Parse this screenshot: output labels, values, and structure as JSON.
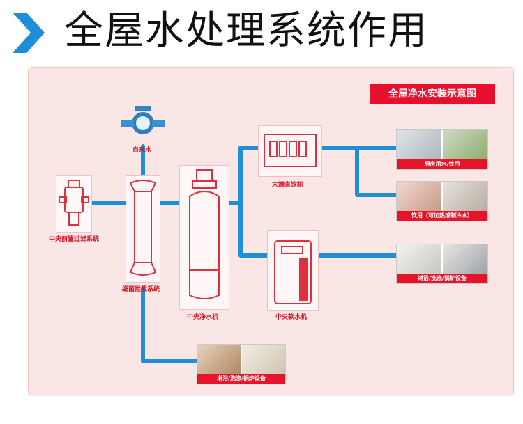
{
  "header": {
    "title": "全屋水处理系统作用"
  },
  "panel": {
    "badge": "全屋净水安装示意图"
  },
  "labels": {
    "water_meter": "自来水",
    "prefilter": "中央前置过滤系统",
    "bacteria": "细菌拦截系统",
    "purifier": "中央净水机",
    "terminal": "末端直饮机",
    "softener": "中央软水机"
  },
  "uses": [
    {
      "caption": "厨房用水/饮用"
    },
    {
      "caption": "饮用（可加热或制冷水）"
    },
    {
      "caption": "淋浴/洗涤/锅炉设备"
    },
    {
      "caption": "淋浴/洗涤/锅炉设备"
    }
  ],
  "colors": {
    "pipe": "#1e8fd6",
    "accent": "#e8112d",
    "chevron": "#1e8fd6"
  }
}
